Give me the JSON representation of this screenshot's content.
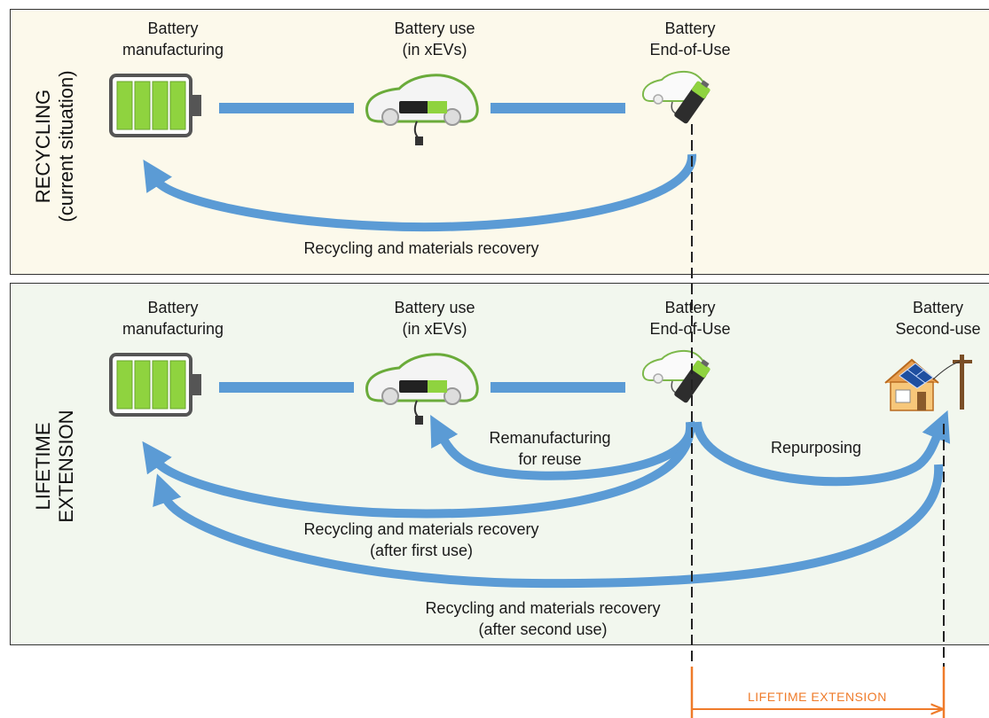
{
  "top_panel": {
    "side_label": [
      "RECYCLING",
      "(current situation)"
    ],
    "stages": {
      "manufacturing": [
        "Battery",
        "manufacturing"
      ],
      "use": [
        "Battery use",
        "(in xEVs)"
      ],
      "end_of_use": [
        "Battery",
        "End-of-Use"
      ]
    },
    "flow": "Recycling and materials recovery"
  },
  "bottom_panel": {
    "side_label": [
      "LIFETIME",
      "EXTENSION"
    ],
    "stages": {
      "manufacturing": [
        "Battery",
        "manufacturing"
      ],
      "use": [
        "Battery use",
        "(in xEVs)"
      ],
      "end_of_use": [
        "Battery",
        "End-of-Use"
      ],
      "second_use": [
        "Battery",
        "Second-use"
      ]
    },
    "flows": {
      "remanufacturing": [
        "Remanufacturing",
        "for reuse"
      ],
      "repurposing": "Repurposing",
      "recycling_first": [
        "Recycling and materials recovery",
        "(after first use)"
      ],
      "recycling_second": [
        "Recycling and materials recovery",
        "(after second use)"
      ]
    }
  },
  "lifetime_extension": "LIFETIME EXTENSION",
  "colors": {
    "arrow_blue": "#5b9bd5",
    "battery_green": "#8fd33f",
    "car_outline": "#6aab3a",
    "accent_orange": "#ef7b2a",
    "top_bg": "#fcf9eb",
    "bottom_bg": "#f2f7ee"
  }
}
